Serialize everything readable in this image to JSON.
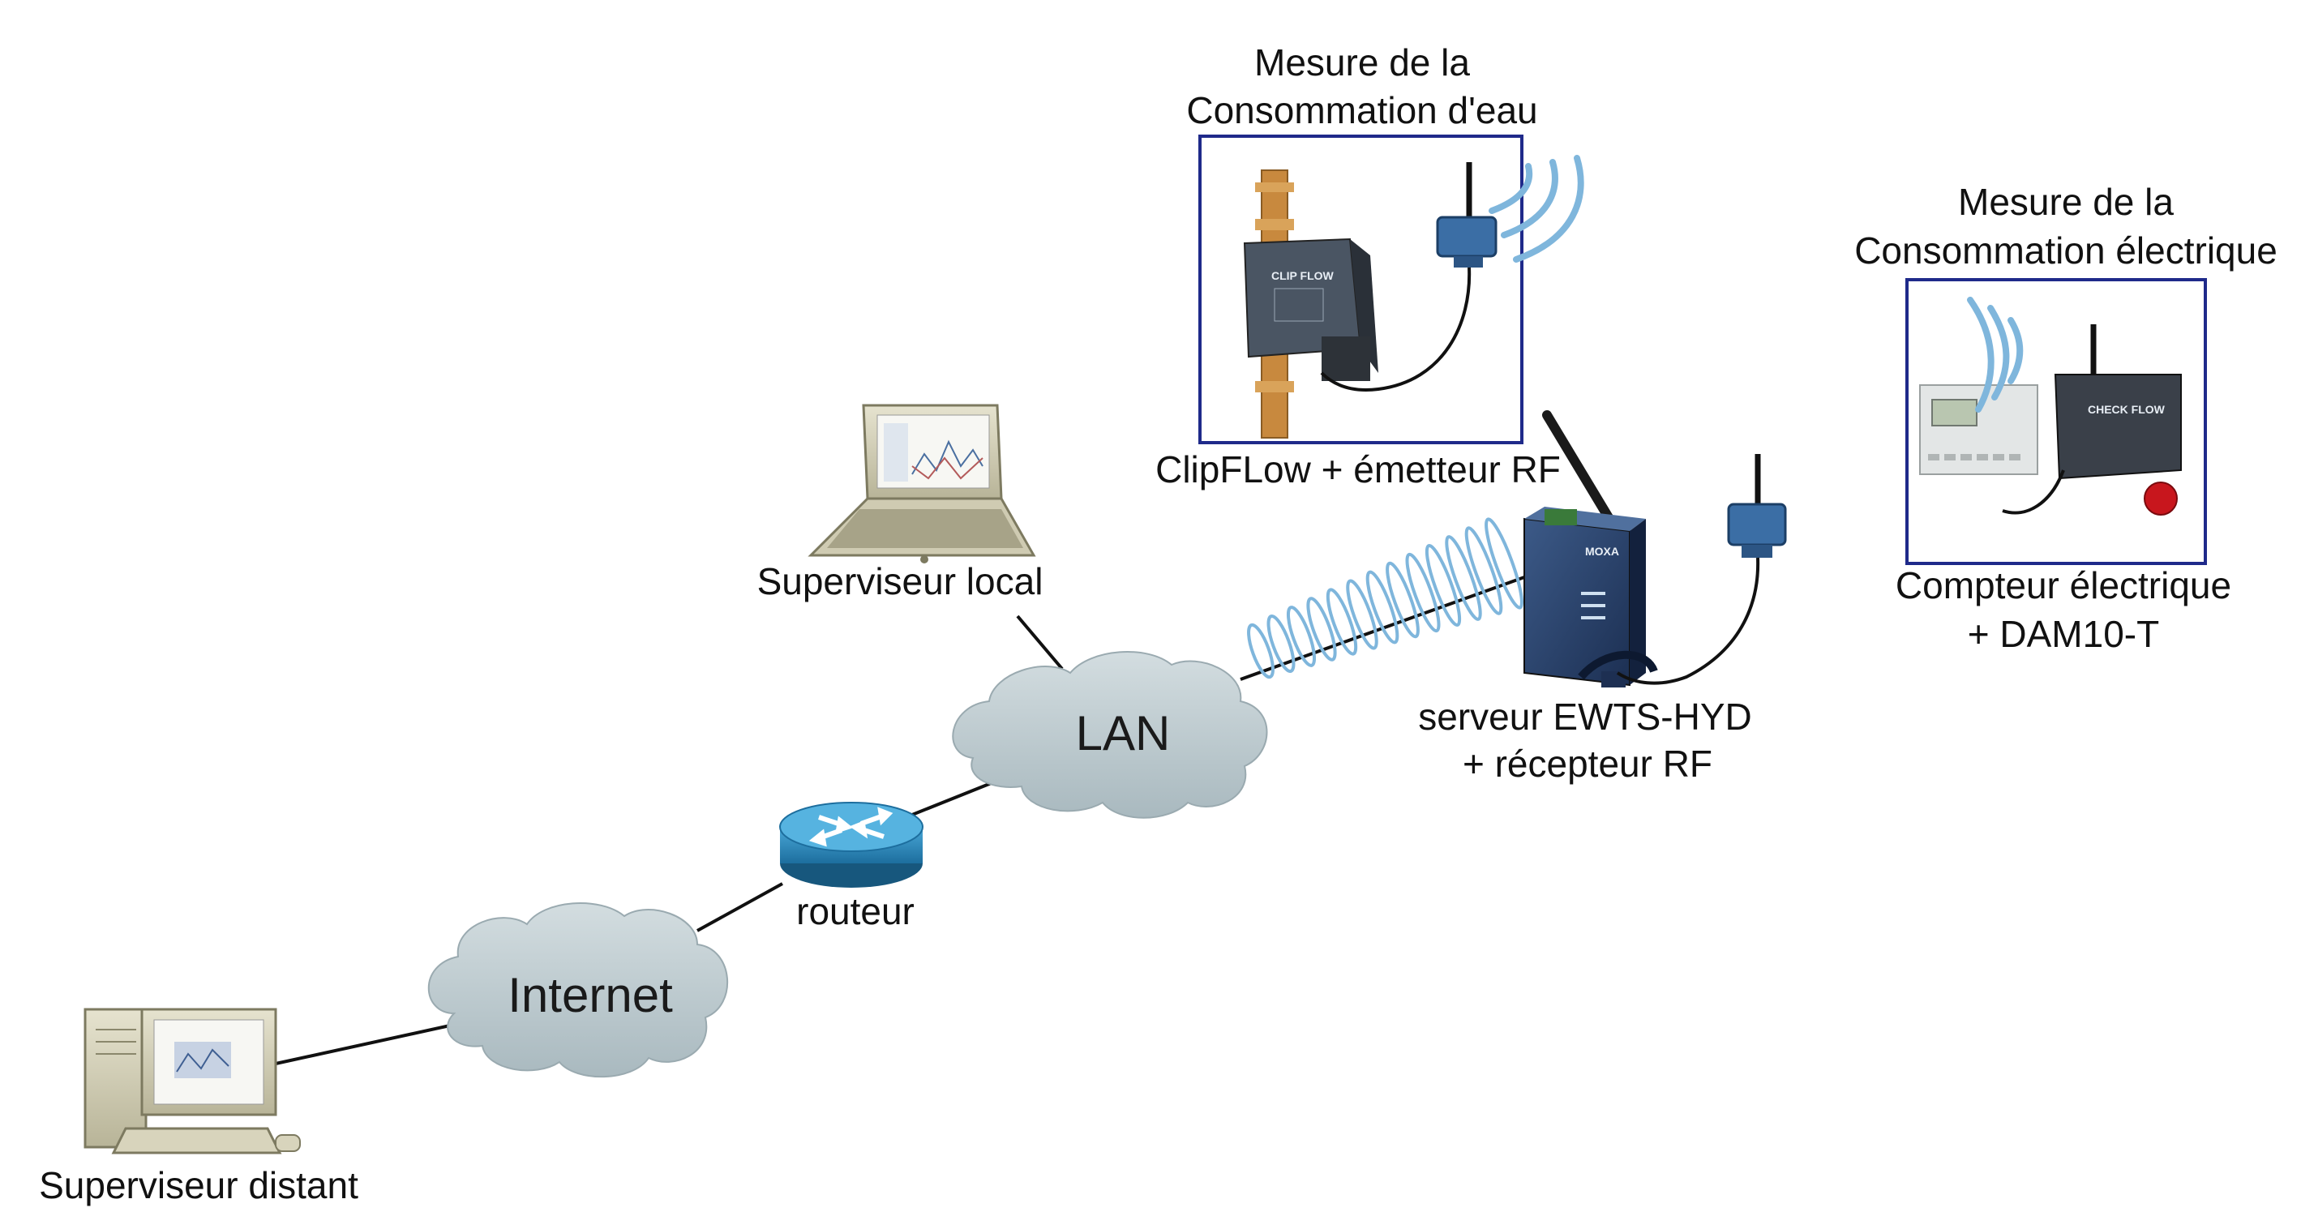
{
  "nodes": {
    "cloud_lan": "LAN",
    "cloud_internet": "Internet",
    "router": "routeur",
    "local_supervisor": "Superviseur local",
    "remote_supervisor": "Superviseur distant",
    "server": {
      "line1": "serveur EWTS-HYD",
      "line2": "+ récepteur RF"
    },
    "water_panel": {
      "title_line1": "Mesure de la",
      "title_line2": "Consommation d'eau",
      "caption": "ClipFLow + émetteur RF",
      "device_label": "CLIP FLOW"
    },
    "electric_panel": {
      "title_line1": "Mesure de la",
      "title_line2": "Consommation électrique",
      "caption_line1": "Compteur électrique",
      "caption_line2": "+ DAM10-T",
      "device_label": "CHECK FLOW"
    },
    "server_brand": "MOXA"
  },
  "colors": {
    "panel_border": "#1f2a8a",
    "cloud_fill": "#b9c7cc",
    "router_fill": "#2d8fc4",
    "rf_wave": "#7fb6dc",
    "link_line": "#111111"
  }
}
